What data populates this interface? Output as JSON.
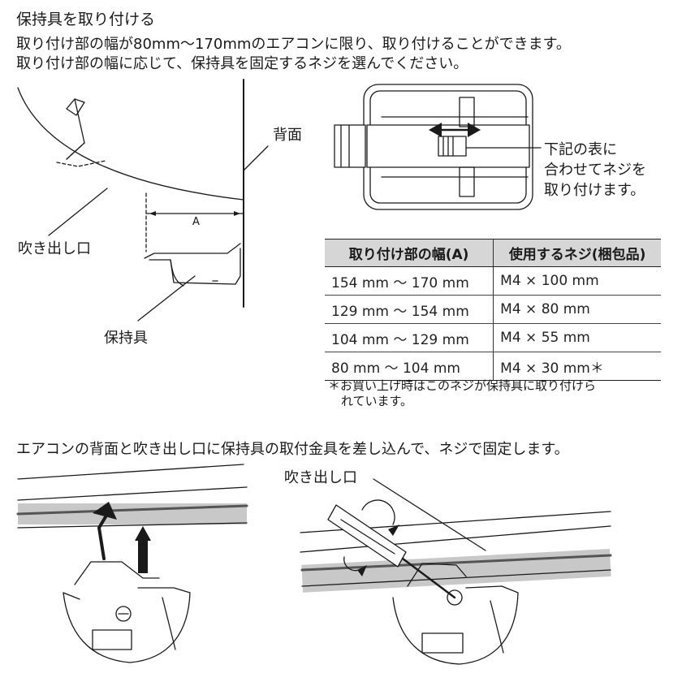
{
  "heading": "保持具を取り付ける",
  "intro": [
    "取り付け部の幅が80mm～170mmのエアコンに限り、取り付けることができます。",
    "取り付け部の幅に応じて、保持具を固定するネジを選んでください。"
  ],
  "labels": {
    "back": "背面",
    "outlet": "吹き出し口",
    "holder": "保持具",
    "dim_a": "A",
    "right_callout": [
      "下記の表に",
      "合わせてネジを",
      "取り付けます。"
    ],
    "outlet_bottom": "吹き出し口"
  },
  "table": {
    "headers": [
      "取り付け部の幅(A)",
      "使用するネジ(梱包品)"
    ],
    "rows": [
      [
        "154 mm ～ 170 mm",
        "M4 × 100 mm"
      ],
      [
        "129 mm ～ 154 mm",
        "M4 × 80 mm"
      ],
      [
        "104 mm ～ 129 mm",
        "M4 × 55 mm"
      ],
      [
        "80 mm ～ 104 mm",
        "M4 × 30 mm＊"
      ]
    ]
  },
  "note": [
    "＊お買い上げ時はこのネジが保持具に取り付けら",
    "れています。"
  ],
  "step_text": "エアコンの背面と吹き出し口に保持具の取付金具を差し込んで、ネジで固定します。",
  "colors": {
    "ink": "#1a1a1a",
    "header_fill": "#d6d6d6",
    "rail_fill": "#c8c8c8"
  }
}
